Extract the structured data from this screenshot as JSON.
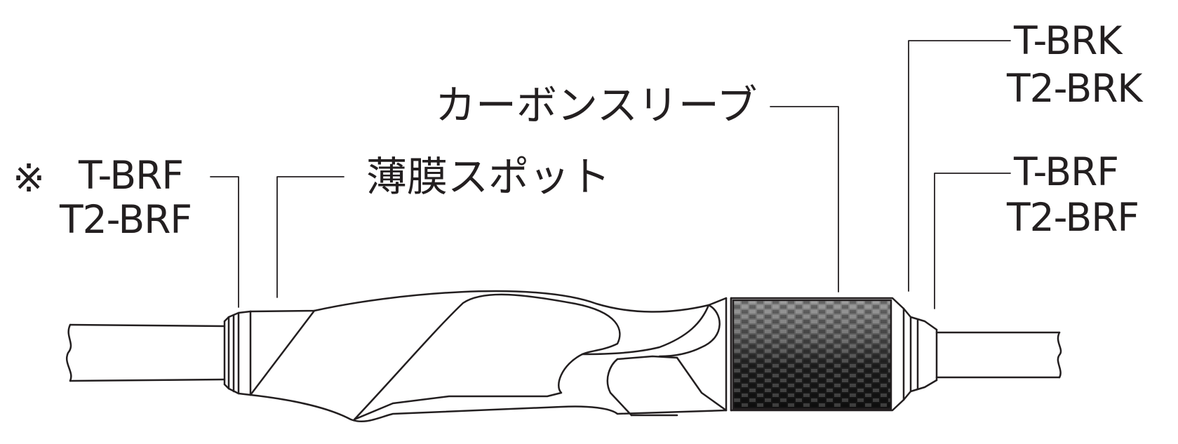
{
  "labels": {
    "left_mark": "※",
    "left_top": "T-BRF",
    "left_bottom": "T2-BRF",
    "thin_film_spot": "薄膜スポット",
    "carbon_sleeve": "カーボンスリーブ",
    "right_upper_top": "T-BRK",
    "right_upper_bottom": "T2-BRK",
    "right_lower_top": "T-BRF",
    "right_lower_bottom": "T2-BRF"
  },
  "colors": {
    "ink": "#231f20",
    "carbon_dark": "#1a1a1a",
    "carbon_light": "#6e6e6e"
  }
}
